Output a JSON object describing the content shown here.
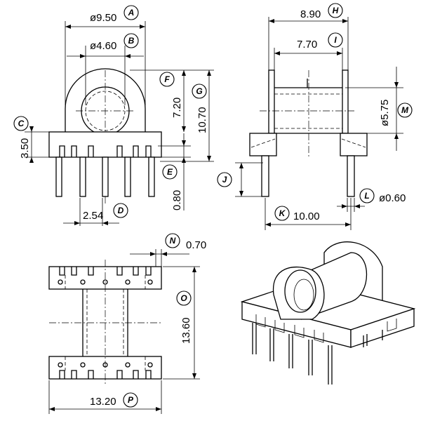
{
  "diagram": {
    "dimensions": {
      "A": "ø9.50",
      "B": "ø4.60",
      "C": "3.50",
      "D": "2.54",
      "E": "0.80",
      "F": "7.20",
      "G": "10.70",
      "H": "8.90",
      "I": "7.70",
      "J": "",
      "K": "10.00",
      "L": "ø0.60",
      "M": "ø5.75",
      "N": "0.70",
      "O": "13.60",
      "P": "13.20"
    },
    "bubbles": [
      "A",
      "B",
      "C",
      "D",
      "E",
      "F",
      "G",
      "H",
      "I",
      "J",
      "K",
      "L",
      "M",
      "N",
      "O",
      "P"
    ]
  }
}
